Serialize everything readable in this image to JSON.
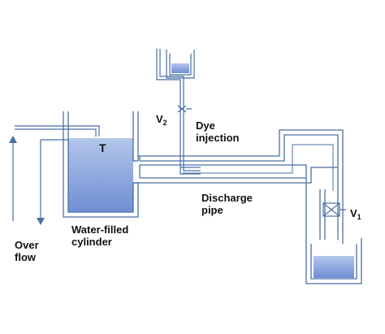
{
  "colors": {
    "pipe": "#4a6fa5",
    "water_top": "#b3c6ea",
    "water_bottom": "#6f8ed3",
    "background": "#ffffff",
    "text": "#111111"
  },
  "labels": {
    "tank_marker": "T",
    "valve2": {
      "letter": "V",
      "sub": "2"
    },
    "valve1": {
      "letter": "V",
      "sub": "1"
    },
    "dye_line1": "Dye",
    "dye_line2": "injection",
    "discharge_line1": "Discharge",
    "discharge_line2": "pipe",
    "cylinder_line1": "Water-filled",
    "cylinder_line2": "cylinder",
    "overflow_line1": "Over",
    "overflow_line2": "flow"
  },
  "components": [
    {
      "name": "water-filled cylinder",
      "role": "supply tank"
    },
    {
      "name": "dye reservoir",
      "role": "dye injection source"
    },
    {
      "name": "discharge pipe",
      "role": "test section"
    },
    {
      "name": "collection tank",
      "role": "outflow receiver"
    },
    {
      "name": "valve V2",
      "role": "dye control"
    },
    {
      "name": "valve V1",
      "role": "flow control"
    }
  ]
}
